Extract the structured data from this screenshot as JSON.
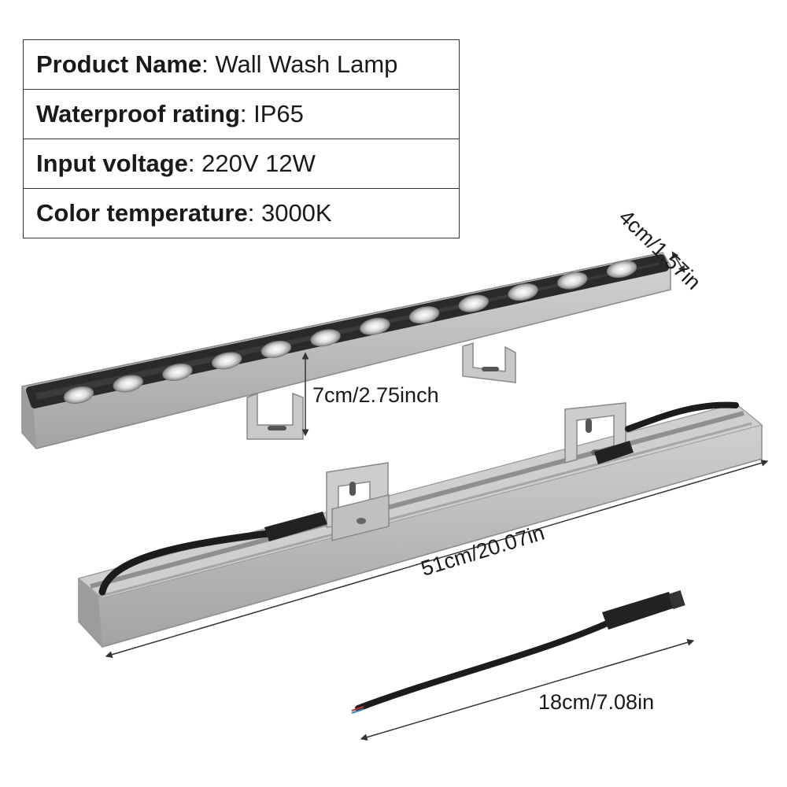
{
  "specs": [
    {
      "label": "Product Name",
      "value": ": Wall Wash Lamp"
    },
    {
      "label": "Waterproof rating",
      "value": ": IP65"
    },
    {
      "label": "Input voltage",
      "value": ":  220V 12W"
    },
    {
      "label": "Color temperature",
      "value": ": 3000K"
    }
  ],
  "dimensions": {
    "width": "4cm/1.57in",
    "height": "7cm/2.75inch",
    "length": "51cm/20.07in",
    "cable": "18cm/7.08in"
  },
  "colors": {
    "housing": "#b9b9b9",
    "led_strip": "#3a3a3a",
    "cable": "#1c1c1c"
  }
}
